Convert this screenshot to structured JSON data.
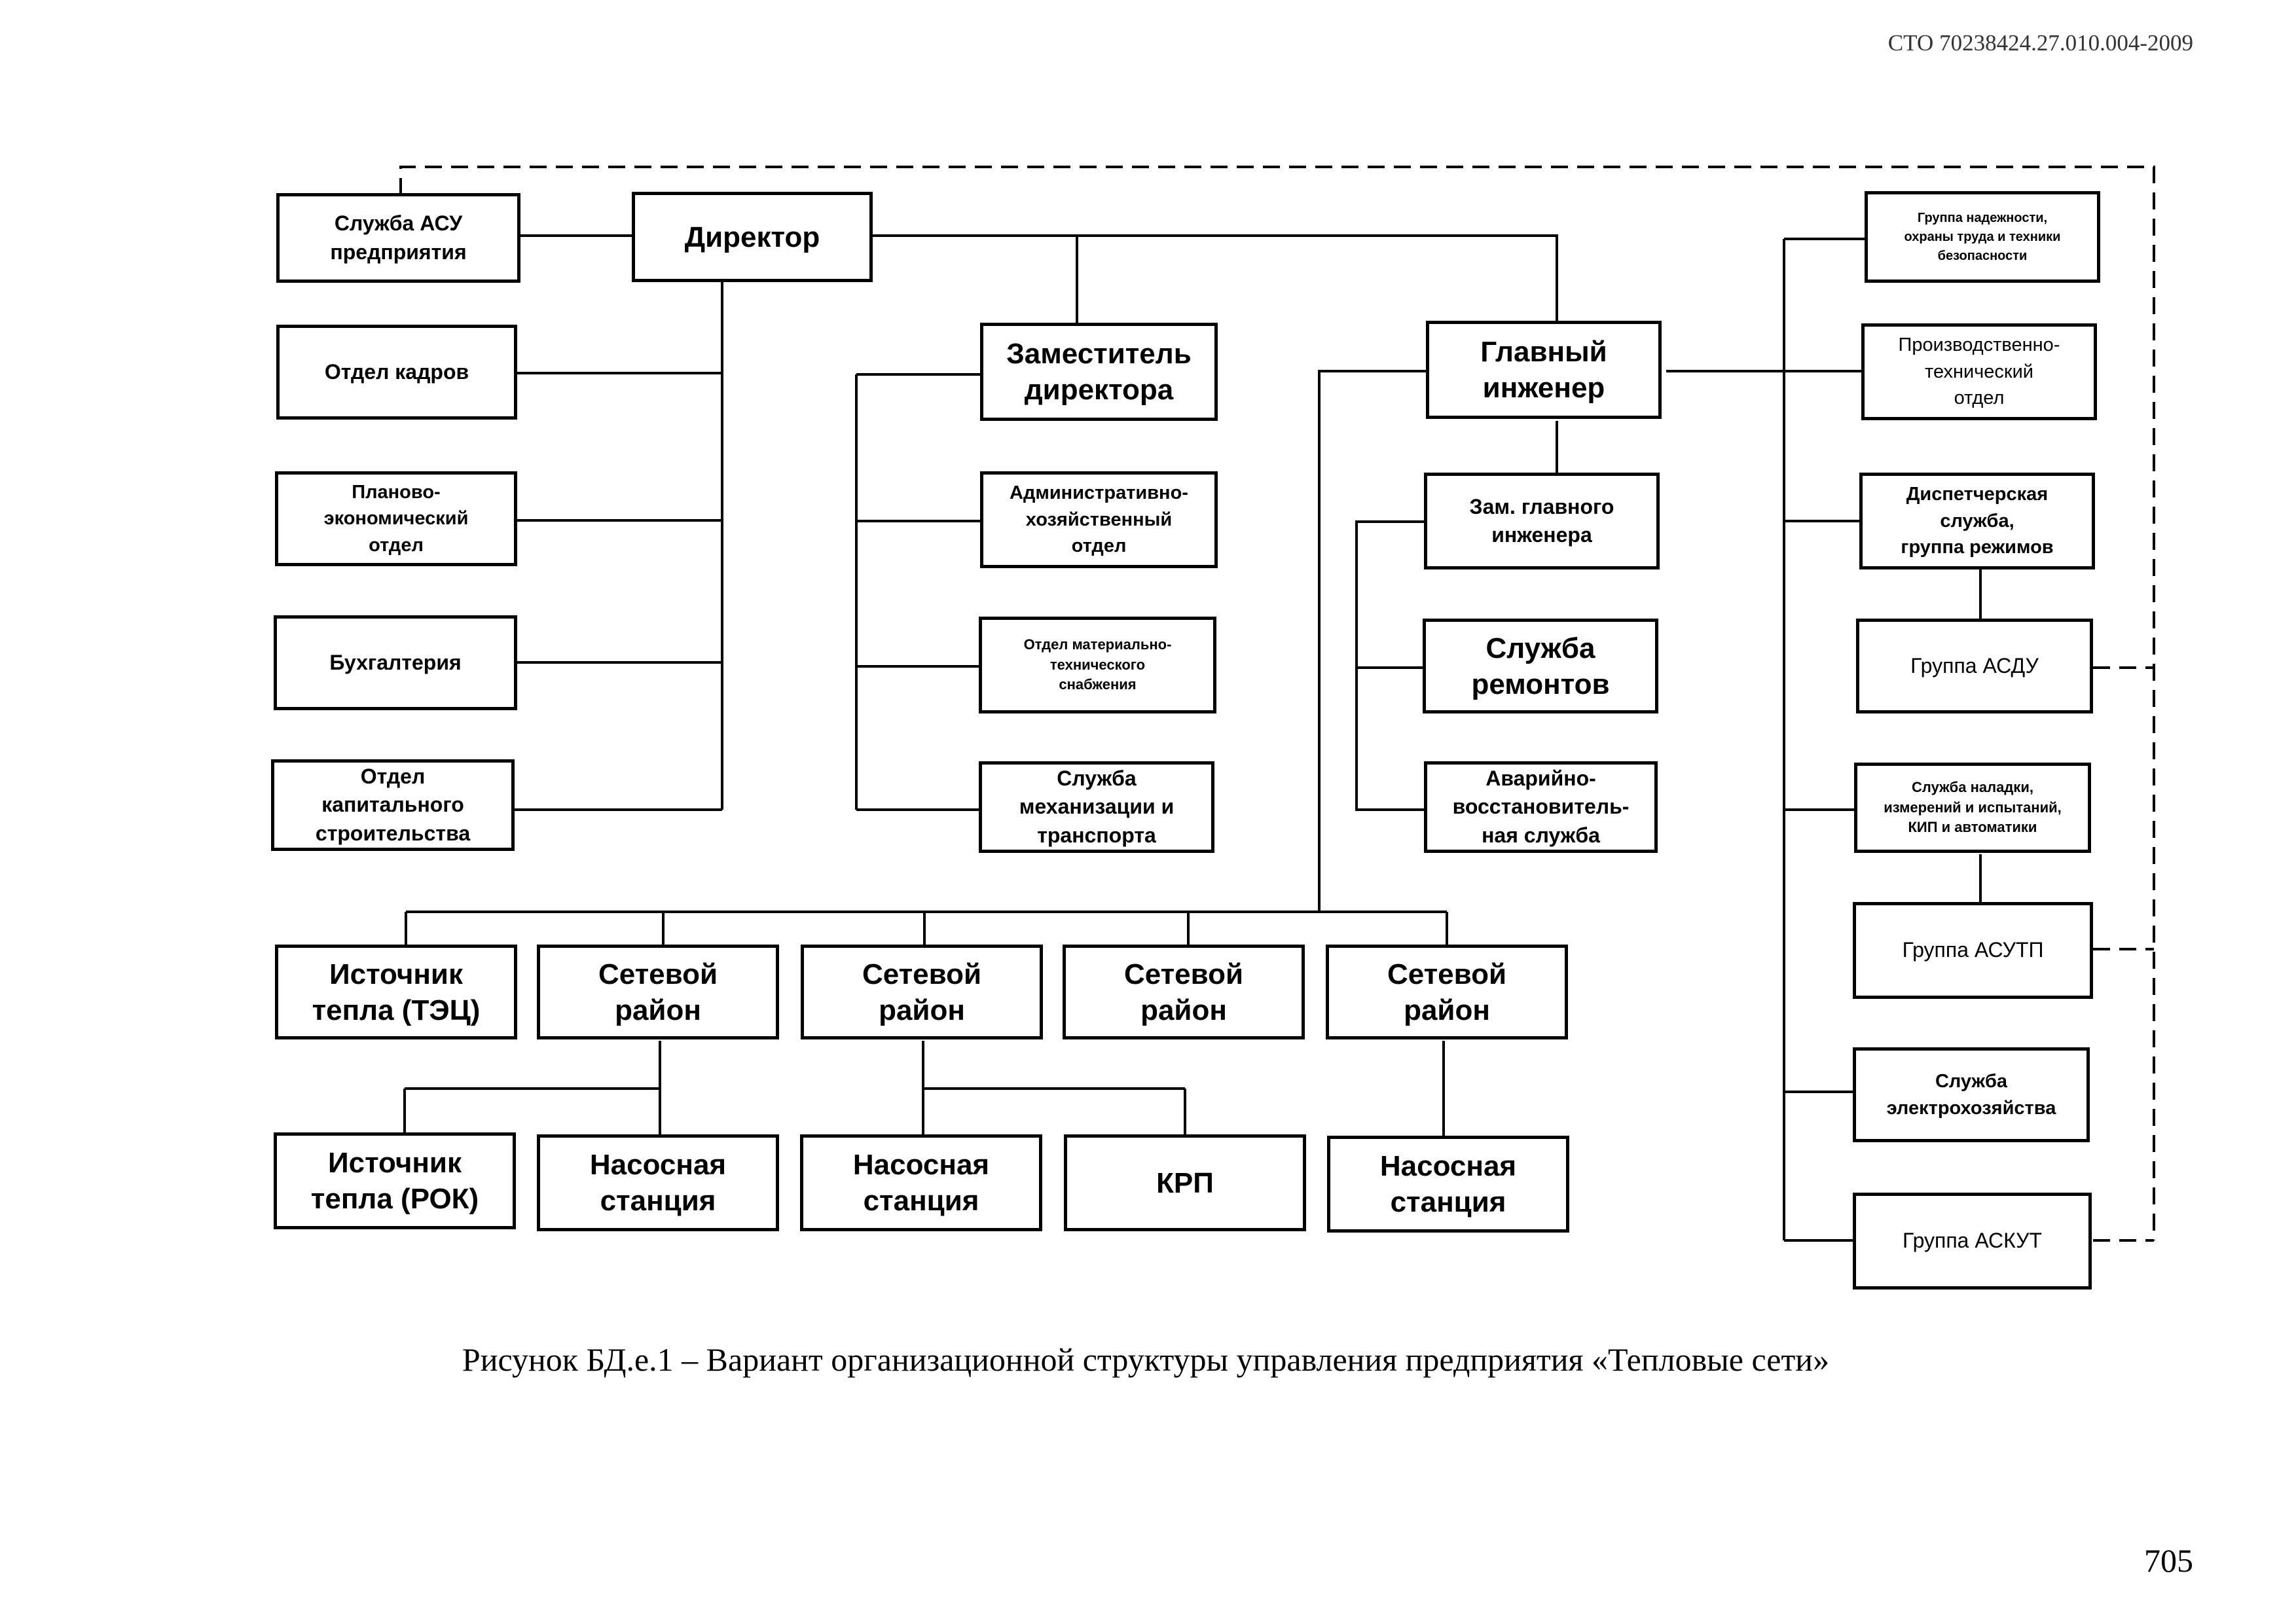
{
  "header": {
    "document_code": "СТО 70238424.27.010.004-2009"
  },
  "chart": {
    "boxes": {
      "asu_service": "Служба АСУ\nпредприятия",
      "director": "Директор",
      "hr": "Отдел кадров",
      "planning": "Планово-\nэкономический\nотдел",
      "accounting": "Бухгалтерия",
      "capital_construction": "Отдел\nкапитального\nстроительства",
      "deputy_director": "Заместитель\nдиректора",
      "admin_household": "Административно-\nхозяйственный\nотдел",
      "supply": "Отдел материально-\nтехнического\nснабжения",
      "mechanization": "Служба\nмеханизации и\nтранспорта",
      "chief_engineer": "Главный\nинженер",
      "deputy_chief_engineer": "Зам. главного\nинженера",
      "repair_service": "Служба\nремонтов",
      "emergency_service": "Аварийно-\nвосстановитель-\nная служба",
      "reliability_group": "Группа надежности,\nохраны труда и техники\nбезопасности",
      "production_technical": "Производственно-\nтехнический\nотдел",
      "dispatch_service": "Диспетчерская\nслужба,\nгруппа режимов",
      "asdu_group": "Группа АСДУ",
      "adjustment_service": "Служба наладки,\nизмерений и испытаний,\nКИП и автоматики",
      "asutp_group": "Группа АСУТП",
      "electrical_service": "Служба\nэлектрохозяйства",
      "askut_group": "Группа АСКУТ",
      "heat_source_tec": "Источник\nтепла (ТЭЦ)",
      "network_district_1": "Сетевой\nрайон",
      "network_district_2": "Сетевой\nрайон",
      "network_district_3": "Сетевой\nрайон",
      "network_district_4": "Сетевой\nрайон",
      "heat_source_rok": "Источник\nтепла (РОК)",
      "pump_station_1": "Насосная\nстанция",
      "pump_station_2": "Насосная\nстанция",
      "krp": "КРП",
      "pump_station_3": "Насосная\nстанция"
    }
  },
  "caption": "Рисунок БД.е.1 – Вариант организационной структуры управления предприятия «Тепловые сети»",
  "page_number": "705"
}
